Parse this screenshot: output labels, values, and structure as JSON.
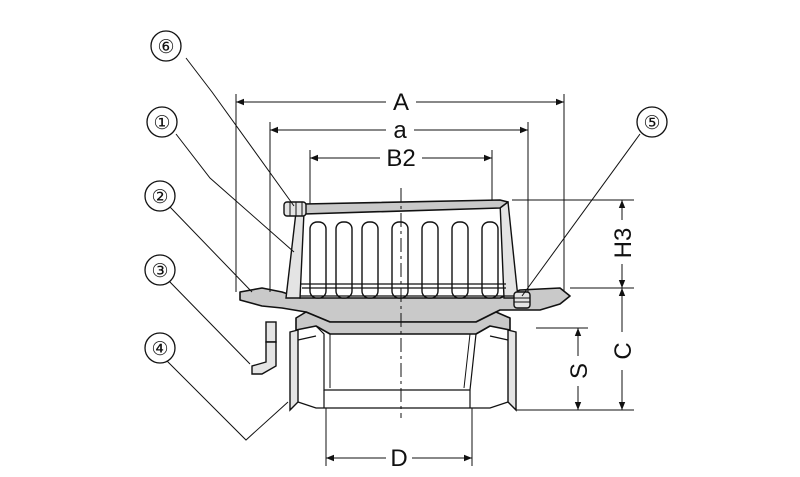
{
  "dimensions": {
    "A": "A",
    "a": "a",
    "B2": "B2",
    "H3": "H3",
    "C": "C",
    "S": "S",
    "D": "D"
  },
  "callouts": [
    "⑥",
    "①",
    "②",
    "③",
    "④",
    "⑤"
  ]
}
